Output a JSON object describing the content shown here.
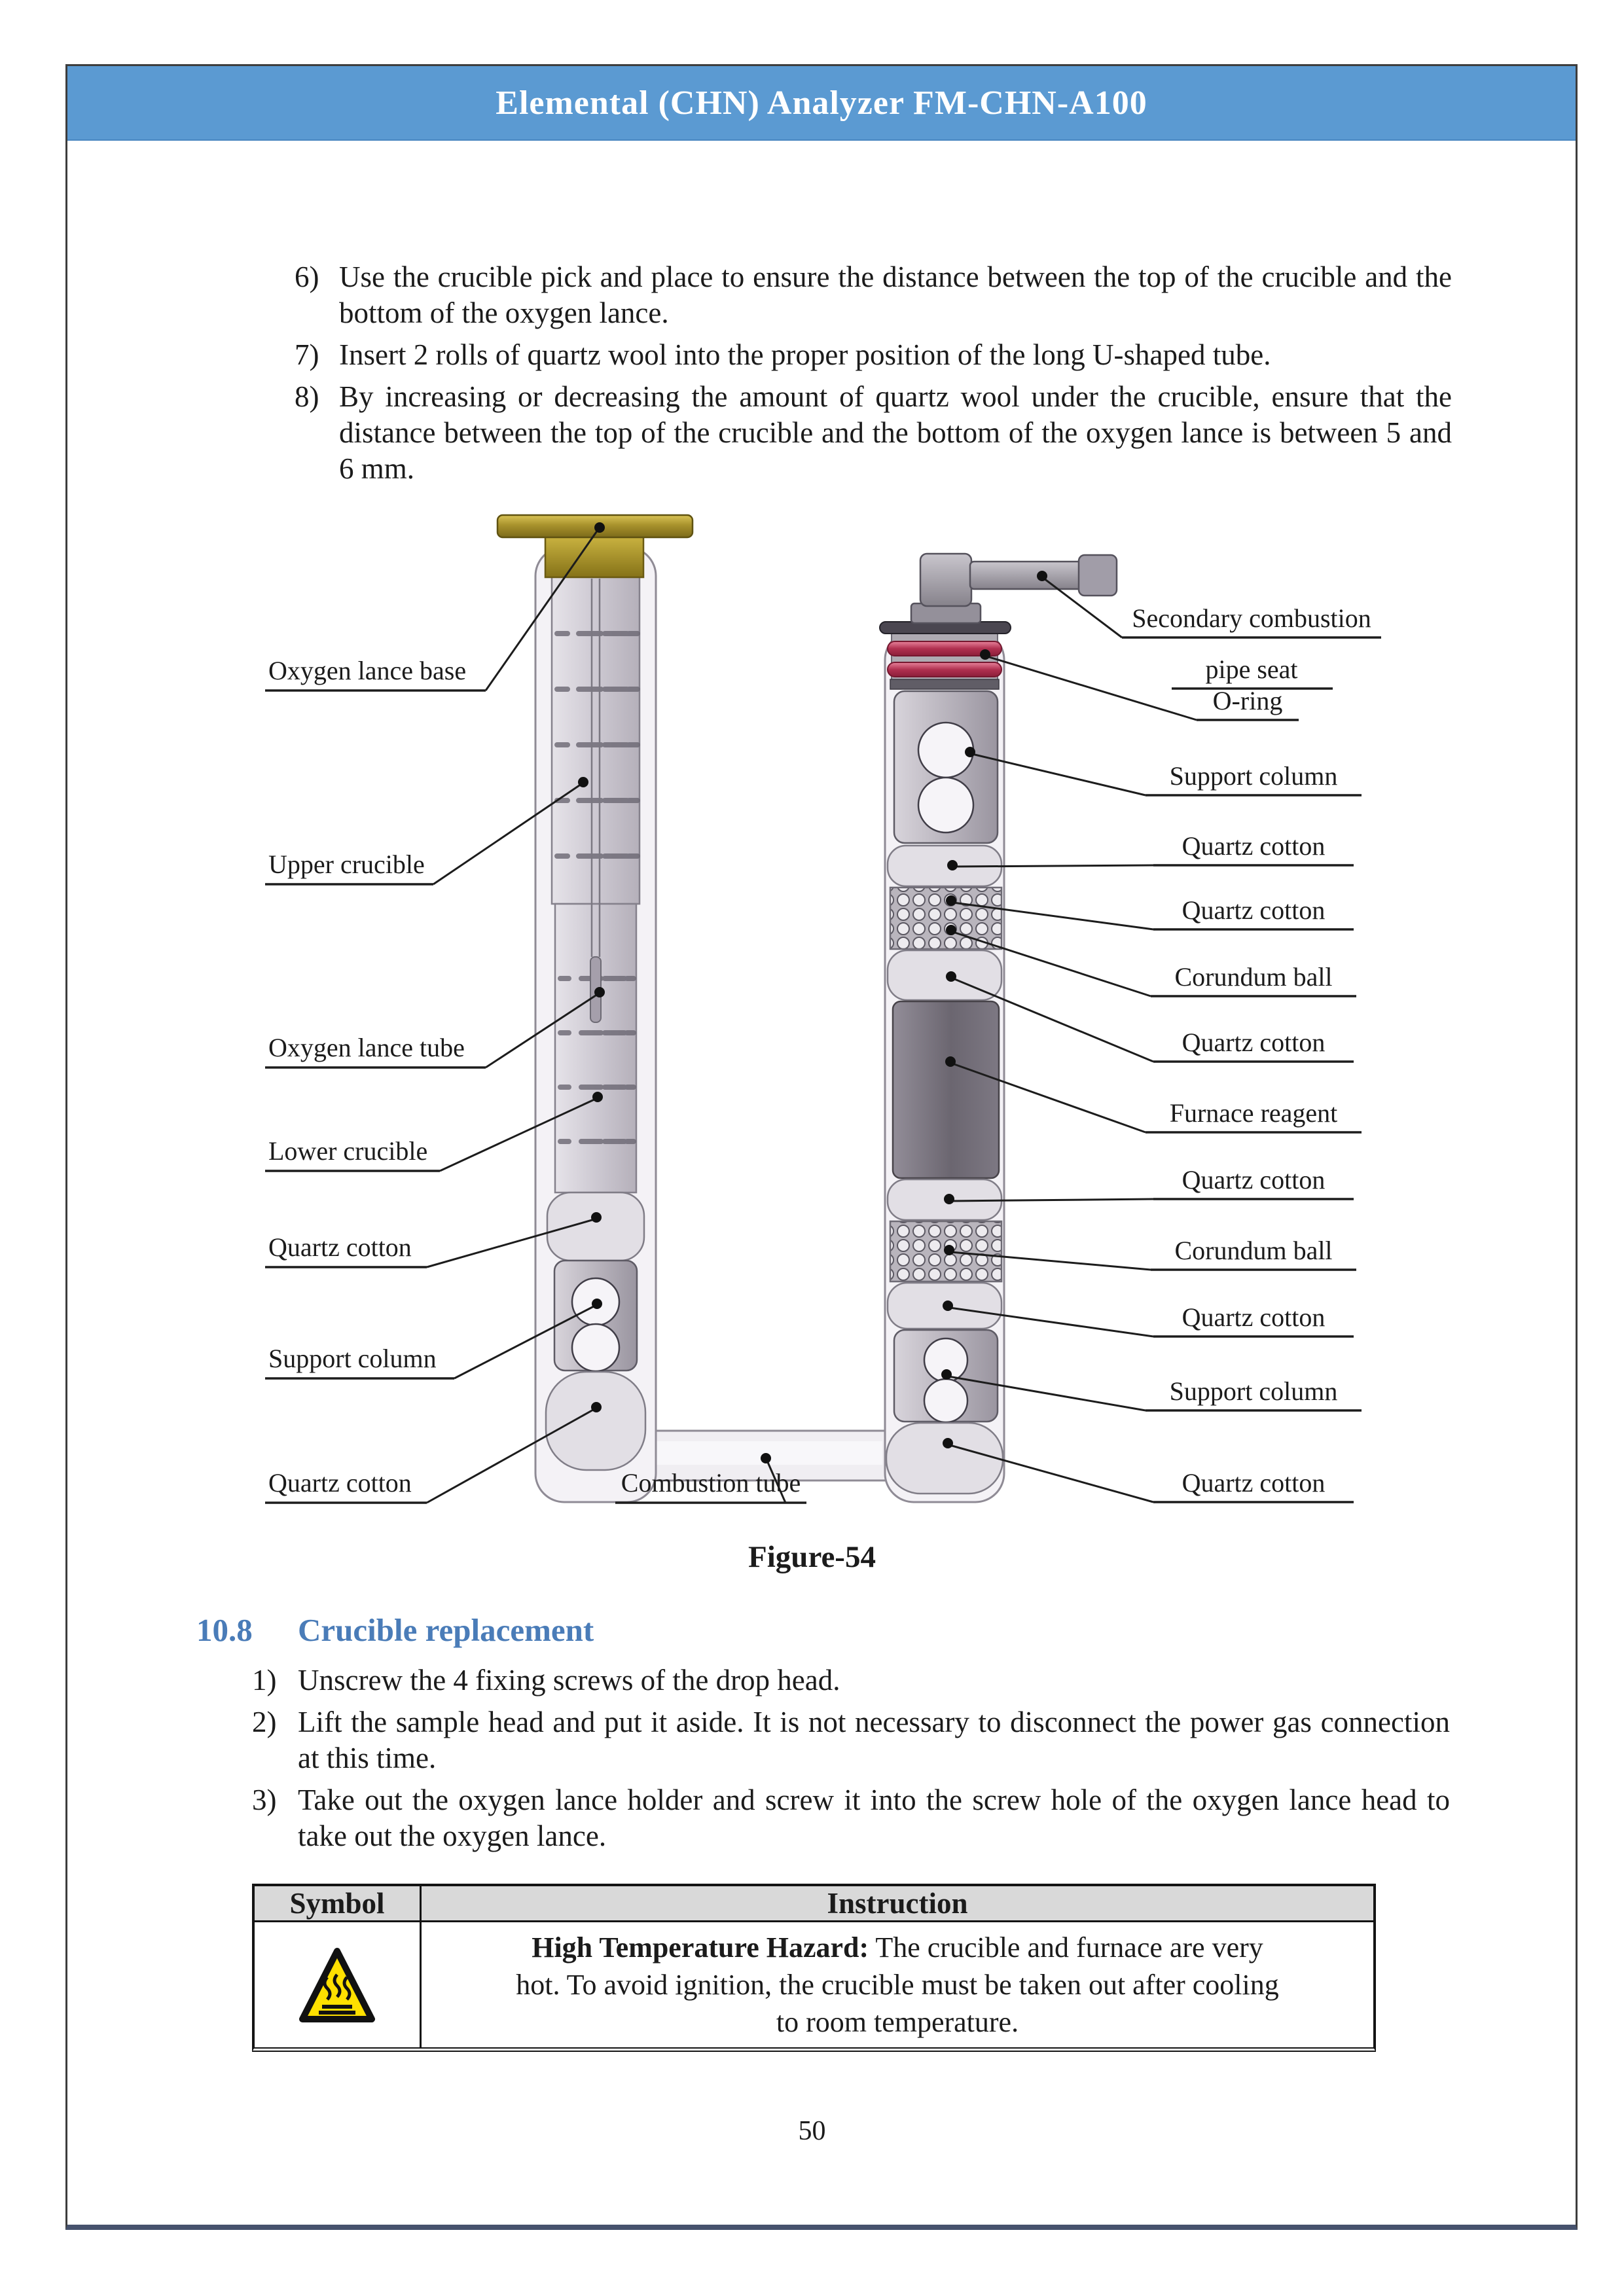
{
  "header": {
    "title": "Elemental (CHN) Analyzer FM-CHN-A100",
    "bg_color": "#5b9ad2",
    "text_color": "#ffffff"
  },
  "steps_top": [
    {
      "num": "6)",
      "text": "Use the crucible pick and place to ensure the distance between the top of the crucible and the bottom of the oxygen lance."
    },
    {
      "num": "7)",
      "text": "Insert 2 rolls of quartz wool into the proper position of the long U-shaped tube."
    },
    {
      "num": "8)",
      "text": "By increasing or decreasing the amount of quartz wool under the crucible, ensure that the distance between the top of the crucible and the bottom of the oxygen lance is between 5 and 6 mm."
    }
  ],
  "figure": {
    "caption": "Figure-54",
    "left_labels": [
      "Oxygen lance base",
      "Upper crucible",
      "Oxygen lance tube",
      "Lower crucible",
      "Quartz cotton",
      "Support column",
      "Quartz cotton"
    ],
    "center_label": "Combustion tube",
    "right_labels": [
      "Secondary combustion",
      "pipe seat",
      "O-ring",
      "Support column",
      "Quartz cotton",
      "Quartz cotton",
      "Corundum ball",
      "Quartz cotton",
      "Furnace reagent",
      "Quartz cotton",
      "Corundum ball",
      "Quartz cotton",
      "Support column",
      "Quartz cotton"
    ]
  },
  "section": {
    "number": "10.8",
    "title": "Crucible replacement",
    "color": "#4a7cb8"
  },
  "steps_bottom": [
    {
      "num": "1)",
      "text": "Unscrew the 4 fixing screws of the drop head."
    },
    {
      "num": "2)",
      "text": "Lift the sample head and put it aside. It is not necessary to disconnect the power gas connection at this time."
    },
    {
      "num": "3)",
      "text": "Take out the oxygen lance holder and screw it into the screw hole of the oxygen lance head to take out the oxygen lance."
    }
  ],
  "table": {
    "headers": [
      "Symbol",
      "Instruction"
    ],
    "row": {
      "symbol_icon": "high-temperature-hazard-icon",
      "hazard_color": "#ffe000",
      "line1_bold": "High Temperature Hazard:",
      "line1_rest": " The crucible and furnace are very",
      "line2": "hot. To avoid ignition, the crucible must be taken out after cooling",
      "line3": "to room temperature."
    }
  },
  "page": {
    "number": "50"
  }
}
